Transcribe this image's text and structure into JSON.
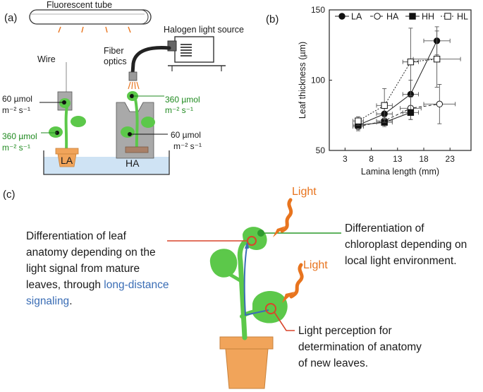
{
  "panel_a": {
    "label": "(a)",
    "tube_label": "Fluorescent tube",
    "halogen_label": "Halogen light source",
    "fiber_label_1": "Fiber",
    "fiber_label_2": "optics",
    "wire_label": "Wire",
    "la_top_1": "60 µmol",
    "la_top_2": "m⁻² s⁻¹",
    "la_bottom_1": "360 µmol",
    "la_bottom_2": "m⁻² s⁻¹",
    "ha_top_1": "360 µmol",
    "ha_top_2": "m⁻² s⁻¹",
    "ha_bottom_1": "60 µmol",
    "ha_bottom_2": "m⁻² s⁻¹",
    "pot_la": "LA",
    "pot_ha": "HA",
    "colors": {
      "leaf": "#5cc84a",
      "leaf_dark": "#2e9a2e",
      "pot": "#f1a45a",
      "water": "#cfe3f4",
      "orange": "#e8741e"
    }
  },
  "panel_b": {
    "label": "(b)",
    "chart_data": {
      "type": "scatter",
      "xlabel": "Lamina length (mm)",
      "ylabel": "Leaf thickness (µm)",
      "xlim": [
        0,
        27
      ],
      "ylim": [
        50,
        150
      ],
      "xticks": [
        3,
        8,
        13,
        18,
        23
      ],
      "yticks": [
        50,
        100,
        150
      ],
      "legend_position": "top",
      "series": [
        {
          "name": "LA",
          "marker": "filled-circle",
          "line": "solid",
          "points": [
            {
              "x": 5.5,
              "y": 68,
              "xerr": 1.0,
              "yerr": 3
            },
            {
              "x": 10.5,
              "y": 76,
              "xerr": 1.5,
              "yerr": 5
            },
            {
              "x": 15.5,
              "y": 90,
              "xerr": 1.5,
              "yerr": 10
            },
            {
              "x": 20.5,
              "y": 128,
              "xerr": 2.5,
              "yerr": 10
            }
          ]
        },
        {
          "name": "HA",
          "marker": "open-circle",
          "line": "dashed",
          "points": [
            {
              "x": 5.5,
              "y": 67,
              "xerr": 1.0,
              "yerr": 3
            },
            {
              "x": 10.5,
              "y": 71,
              "xerr": 1.5,
              "yerr": 3
            },
            {
              "x": 15.5,
              "y": 80,
              "xerr": 2.0,
              "yerr": 8
            },
            {
              "x": 21.0,
              "y": 83,
              "xerr": 3.0,
              "yerr": 14
            }
          ]
        },
        {
          "name": "HH",
          "marker": "filled-square",
          "line": "solid",
          "points": [
            {
              "x": 5.5,
              "y": 68,
              "xerr": 1.0,
              "yerr": 3
            },
            {
              "x": 10.5,
              "y": 70,
              "xerr": 1.5,
              "yerr": 3
            },
            {
              "x": 15.5,
              "y": 77,
              "xerr": 1.5,
              "yerr": 5
            }
          ]
        },
        {
          "name": "HL",
          "marker": "open-square",
          "line": "dotted",
          "points": [
            {
              "x": 5.5,
              "y": 71,
              "xerr": 1.0,
              "yerr": 3
            },
            {
              "x": 10.5,
              "y": 82,
              "xerr": 1.5,
              "yerr": 12
            },
            {
              "x": 15.5,
              "y": 113,
              "xerr": 1.5,
              "yerr": 24
            },
            {
              "x": 20.5,
              "y": 115,
              "xerr": 4.5,
              "yerr": 20
            }
          ]
        }
      ]
    }
  },
  "panel_c": {
    "label": "(c)",
    "light_top": "Light",
    "light_mid": "Light",
    "left_text": [
      "Differentiation of leaf",
      "anatomy depending on the",
      "light signal from mature",
      "leaves, through "
    ],
    "left_highlight_1": "long-distance",
    "left_highlight_2": "signaling",
    "left_tail": ".",
    "right_top_text": [
      "Differentiation of",
      "chloroplast depending on",
      "local light environment."
    ],
    "right_bottom_text": [
      "Light perception for",
      "determination of anatomy",
      "of new leaves."
    ],
    "colors": {
      "red": "#d9452b",
      "green_line": "#2a9a2a",
      "blue": "#3a6db5",
      "orange": "#e8741e"
    }
  }
}
